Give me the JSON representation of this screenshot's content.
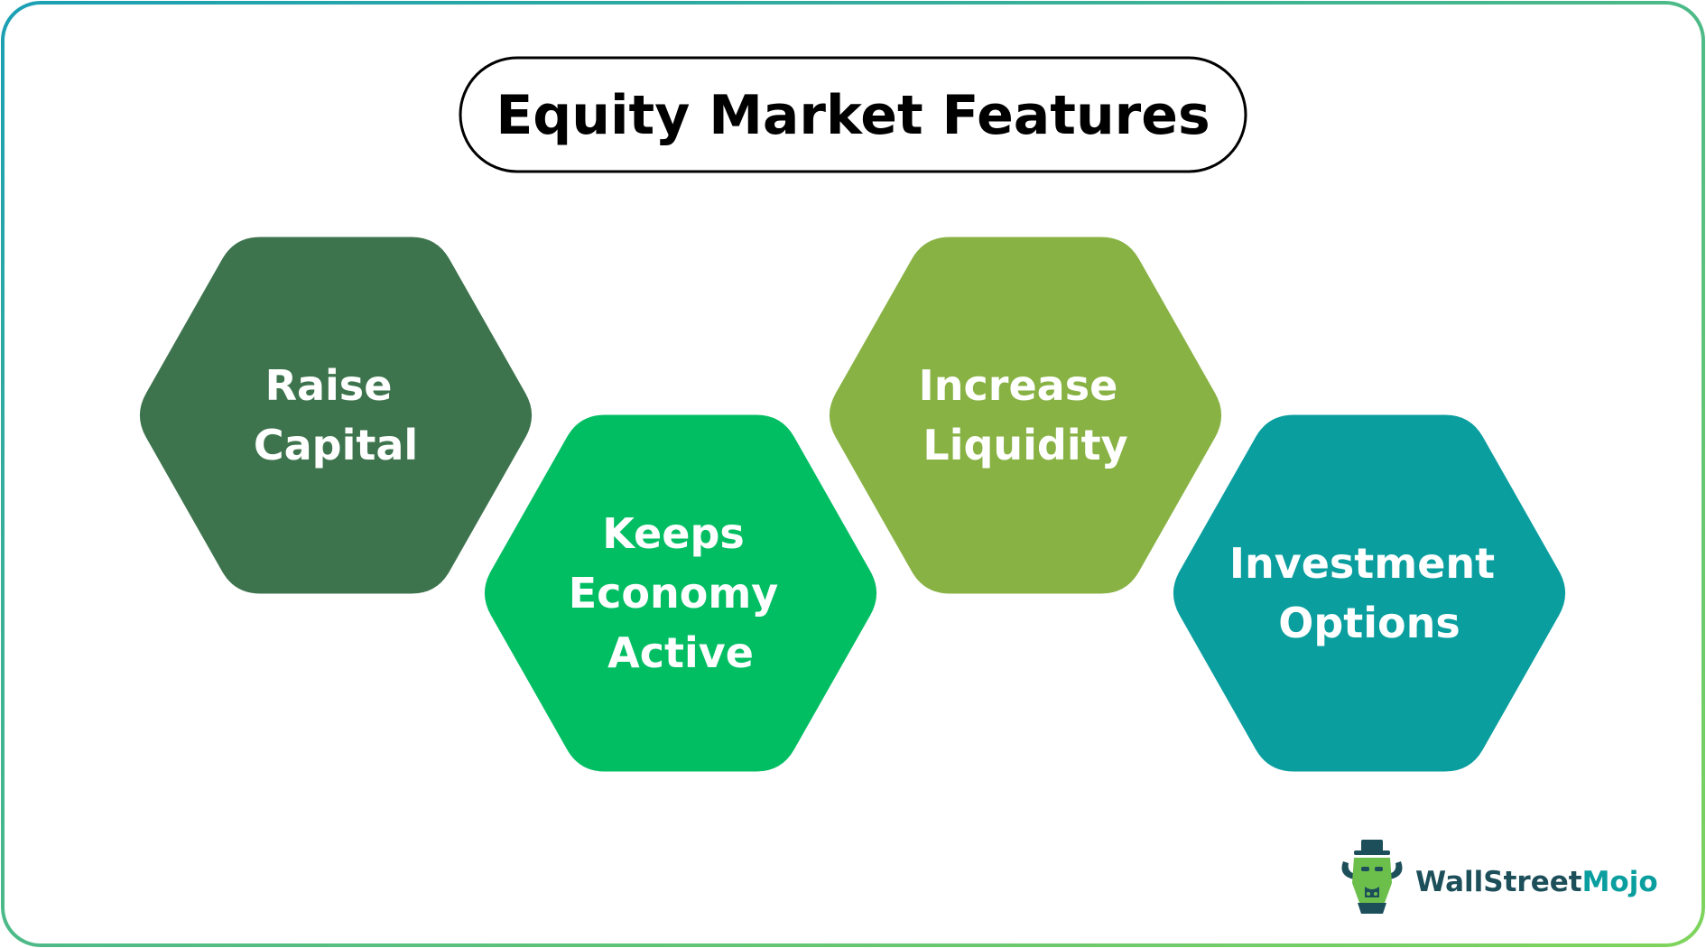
{
  "title": "Equity Market Features",
  "colors": {
    "frame_start": "#1ba0b4",
    "frame_end": "#7fd45c",
    "text_dark": "#000000",
    "label": "#ffffff"
  },
  "features": [
    {
      "lines": [
        "Raise",
        "Capital"
      ],
      "color": "#3d744d"
    },
    {
      "lines": [
        "Keeps",
        "Economy",
        "Active"
      ],
      "color": "#02be63"
    },
    {
      "lines": [
        "Increase",
        "Liquidity"
      ],
      "color": "#88b244"
    },
    {
      "lines": [
        "Investment",
        "Options"
      ],
      "color": "#0a9e9f"
    }
  ],
  "brand": {
    "name_part1": "WallStreet",
    "name_part2": "Mojo",
    "color_dark": "#1d4f5a",
    "color_accent": "#0a9e9f",
    "icon": "bull-mascot-icon"
  }
}
